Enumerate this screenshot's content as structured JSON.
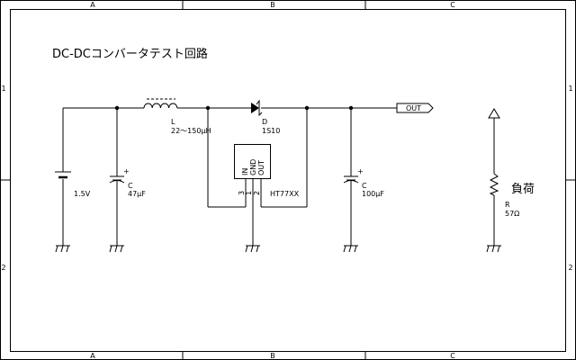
{
  "frame": {
    "col_labels": [
      "A",
      "B",
      "C"
    ],
    "row_labels": [
      "1",
      "2"
    ]
  },
  "title": "DC-DCコンバータテスト回路",
  "components": {
    "battery": {
      "value": "1.5V"
    },
    "c_in": {
      "ref": "C",
      "value": "47μF",
      "polarity": "+"
    },
    "inductor": {
      "ref": "L",
      "value": "22～150μH"
    },
    "diode": {
      "ref": "D",
      "value": "1S10"
    },
    "ic": {
      "part": "HT77XX",
      "pin_labels": [
        "IN",
        "GND",
        "OUT"
      ],
      "pin_numbers": [
        "3",
        "1",
        "2"
      ]
    },
    "c_out": {
      "ref": "C",
      "value": "100μF",
      "polarity": "+"
    },
    "out_port": {
      "label": "OUT"
    },
    "load": {
      "ref": "R",
      "value": "57Ω",
      "label": "負荷"
    }
  }
}
